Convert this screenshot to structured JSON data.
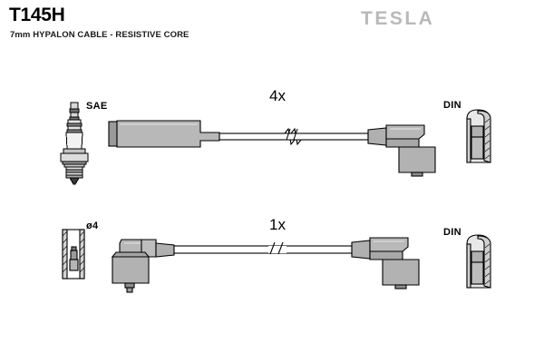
{
  "header": {
    "part_number": "T145H",
    "description": "7mm HYPALON CABLE - RESISTIVE CORE",
    "brand": "TESLA"
  },
  "colors": {
    "background": "#ffffff",
    "outline": "#000000",
    "body_fill": "#b3b3b3",
    "body_fill_light": "#c6c6c6",
    "body_fill_dark": "#9a9a9a",
    "logo_grey": "#b9b9b9",
    "text": "#000000"
  },
  "assemblies": [
    {
      "id": "cable-assembly-top",
      "quantity_label": "4x",
      "left_end": {
        "name": "spark-plug-straight-boot",
        "symbol_label": "SAE",
        "symbol_name": "spark-plug-symbol",
        "connector_type": "straight"
      },
      "right_end": {
        "name": "distributor-right-angle-boot",
        "symbol_label": "DIN",
        "symbol_name": "din-socket-symbol",
        "connector_type": "right-angle"
      },
      "cable_break": true
    },
    {
      "id": "cable-assembly-bottom",
      "quantity_label": "1x",
      "left_end": {
        "name": "coil-right-angle-boot",
        "symbol_label": "ø4",
        "symbol_name": "terminal-diameter-symbol",
        "connector_type": "right-angle"
      },
      "right_end": {
        "name": "distributor-right-angle-boot",
        "symbol_label": "DIN",
        "symbol_name": "din-socket-symbol",
        "connector_type": "right-angle"
      },
      "cable_break": true
    }
  ]
}
